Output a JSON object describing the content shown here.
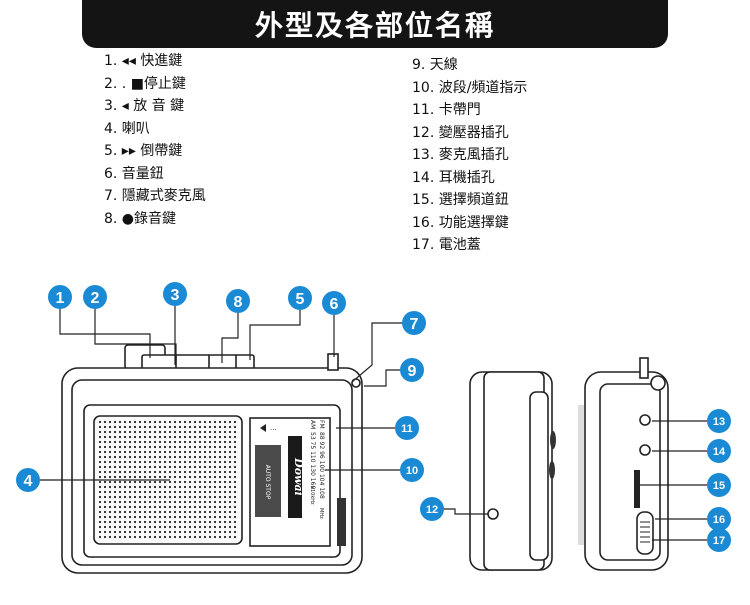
{
  "title": "外型及各部位名稱",
  "parts_left": [
    "1. ◂◂ 快進鍵",
    "2. . ■停止鍵",
    "3. ◂ 放 音 鍵",
    "4. 喇叭",
    "5. ▸▸ 倒帶鍵",
    "6. 音量鈕",
    "7. 隱藏式麥克風",
    "8. ●錄音鍵"
  ],
  "parts_right": [
    "9. 天線",
    "10. 波段/頻道指示",
    "11. 卡帶門",
    "12. 變壓器插孔",
    "13. 麥克風插孔",
    "14. 耳機插孔",
    "15. 選擇頻道鈕",
    "16. 功能選擇鍵",
    "17. 電池蓋"
  ],
  "callouts": [
    "1",
    "2",
    "3",
    "8",
    "5",
    "6",
    "7",
    "9",
    "11",
    "10",
    "4",
    "12",
    "13",
    "14",
    "15",
    "16",
    "17"
  ],
  "device": {
    "brand": "Dowai",
    "label_auto_stop": "AUTO STOP",
    "band_am": "AM",
    "band_fm": "FM",
    "am_scale": "53 75 110 130 160",
    "am_unit": "x10kHz",
    "fm_scale": "88 92 96 100 104 108",
    "fm_unit": "MHz"
  },
  "colors": {
    "callout": "#1a8ad4",
    "banner": "#141414"
  }
}
